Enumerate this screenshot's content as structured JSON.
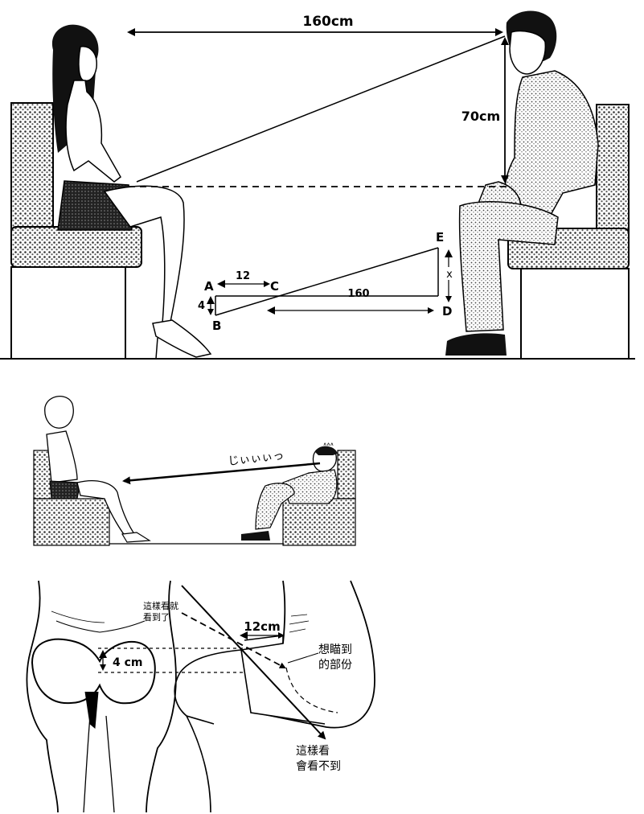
{
  "panel_top": {
    "distance_label": "160cm",
    "height_label": "70cm",
    "triangle": {
      "point_a": "A",
      "point_b": "B",
      "point_c": "C",
      "point_d": "D",
      "point_e": "E",
      "ac_length": "12",
      "ab_length": "4",
      "bd_length": "160",
      "de_length": "x"
    }
  },
  "panel_middle": {
    "stare_sfx": "じぃぃぃっ",
    "sweat_marks": "៱៱៱"
  },
  "panel_bottom": {
    "gap_label": "4 cm",
    "skirt_label": "12cm",
    "seen_line1": "這樣看就",
    "seen_line2": "看到了",
    "target_line1": "想瞄到",
    "target_line2": "的部份",
    "unseen_line1": "這樣看",
    "unseen_line2": "會看不到"
  }
}
